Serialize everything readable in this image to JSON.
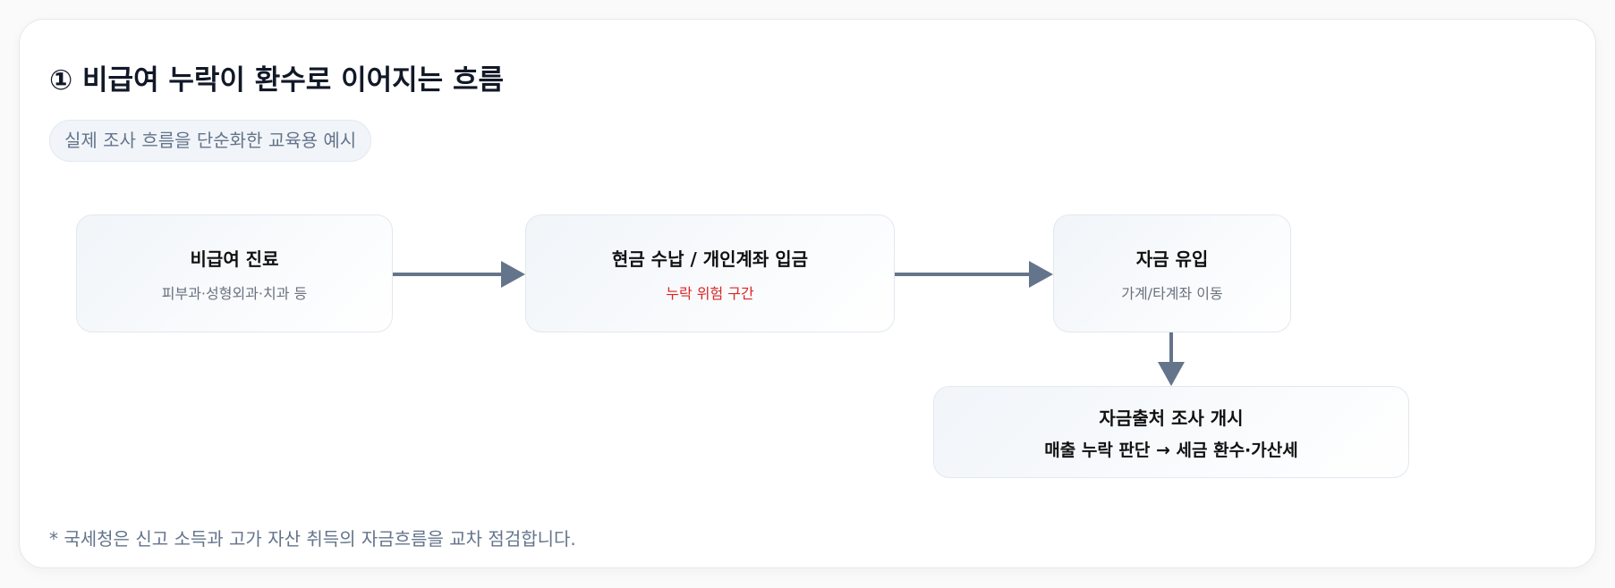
{
  "header": {
    "title": "① 비급여 누락이 환수로 이어지는 흐름",
    "badge": "실제 조사 흐름을 단순화한 교육용 예시"
  },
  "nodes": [
    {
      "title": "비급여 진료",
      "subtitle": "피부과·성형외과·치과 등"
    },
    {
      "title": "현금 수납 / 개인계좌 입금",
      "subtitle": "누락 위험 구간"
    },
    {
      "title": "자금 유입",
      "subtitle": "가계/타계좌 이동"
    },
    {
      "title": "자금출처 조사 개시",
      "subtitle": "매출 누락 판단 → 세금 환수·가산세"
    }
  ],
  "colors": {
    "arrow": "#64748b",
    "risk": "#dc2626"
  },
  "footnote": "* 국세청은 신고 소득과 고가 자산 취득의 자금흐름을 교차 점검합니다."
}
